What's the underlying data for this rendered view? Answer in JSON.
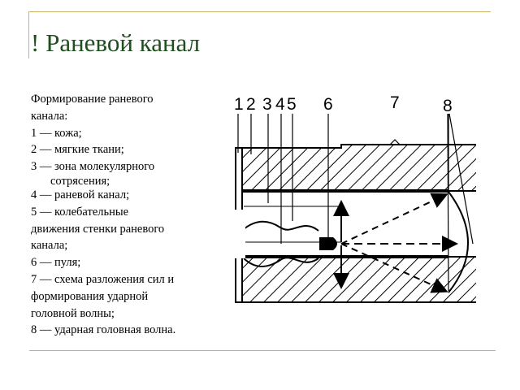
{
  "slide": {
    "title": "! Раневой канал",
    "colors": {
      "title": "#1f4e1f",
      "rules": "#c9b26a",
      "ink": "#000000"
    }
  },
  "caption": {
    "lines": [
      "Формирование раневого",
      "канала:",
      "1 — кожа;",
      "2 — мягкие ткани;",
      "3 — зона молекулярного",
      "сотрясения;",
      "4 — раневой канал;",
      "5 — колебательные",
      "движения стенки раневого",
      "канала;",
      "6 — пуля;",
      "7 — схема разложения сил и",
      "формирования ударной",
      "головной волны;",
      "8 — ударная головная волна."
    ]
  },
  "diagram": {
    "labels": [
      "1",
      "2",
      "3",
      "4",
      "5",
      "6",
      "7",
      "8"
    ]
  }
}
